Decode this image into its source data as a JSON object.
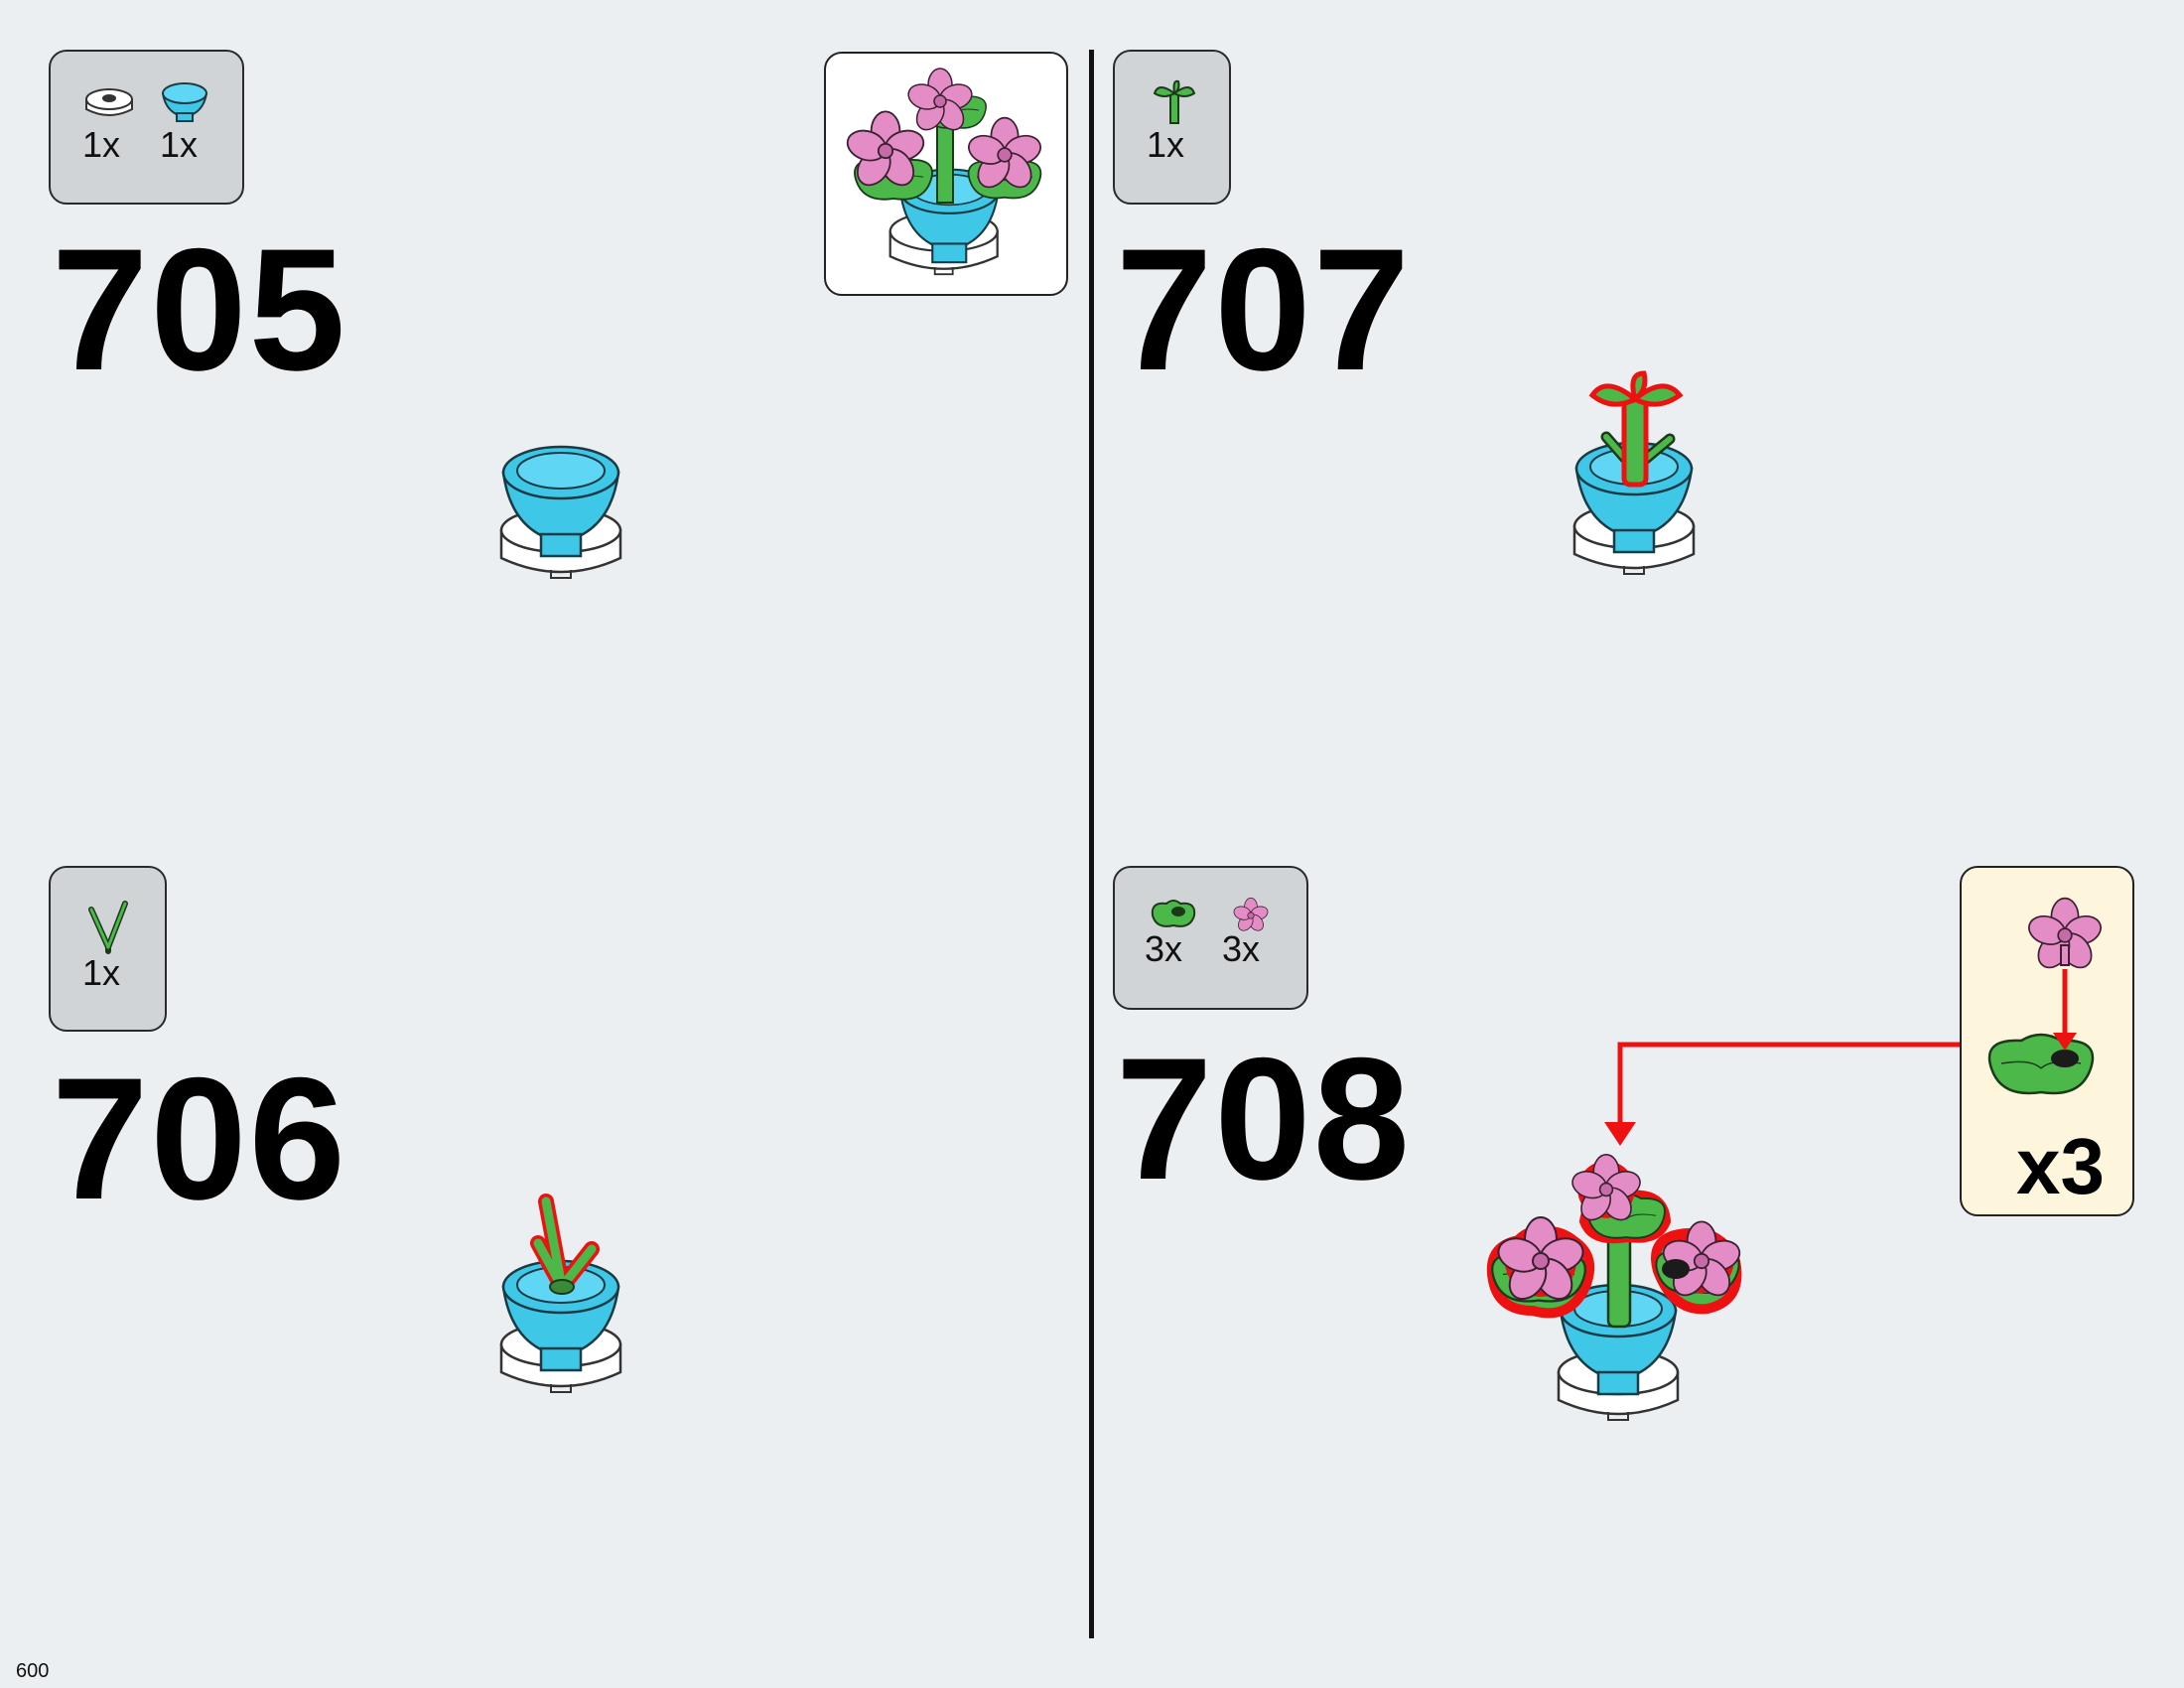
{
  "page": {
    "number": "600"
  },
  "steps": [
    {
      "number": "705",
      "parts": [
        {
          "icon": "white-round-plate-icon",
          "qty": "1x"
        },
        {
          "icon": "azure-bowl-icon",
          "qty": "1x"
        }
      ]
    },
    {
      "number": "706",
      "parts": [
        {
          "icon": "green-stem-y-icon",
          "qty": "1x"
        }
      ]
    },
    {
      "number": "707",
      "parts": [
        {
          "icon": "green-leaf-stem-icon",
          "qty": "1x"
        }
      ]
    },
    {
      "number": "708",
      "parts": [
        {
          "icon": "green-leaf-plate-icon",
          "qty": "3x"
        },
        {
          "icon": "pink-flower-icon",
          "qty": "3x"
        }
      ]
    }
  ],
  "subassembly": {
    "multiplier": "x3"
  },
  "colors": {
    "background": "#ebeff2",
    "parts_box": "#d1d4d7",
    "subassembly_box": "#fdf5dc",
    "pot": "#3fc7e8",
    "leaf": "#4cb84a",
    "flower": "#e38cc6",
    "highlight": "#ee1111"
  }
}
